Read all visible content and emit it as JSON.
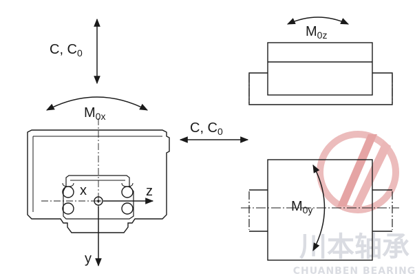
{
  "labels": {
    "load_vertical_c": "C, C",
    "load_vertical_sub": "0",
    "load_horizontal_c": "C, C",
    "load_horizontal_sub": "0",
    "moment_x_main": "M",
    "moment_x_sub": "0x",
    "moment_y_main": "M",
    "moment_y_sub": "0y",
    "moment_z_main": "M",
    "moment_z_sub": "0z",
    "axis_x": "x",
    "axis_y": "y",
    "axis_z": "z"
  },
  "watermark": {
    "brand_cn": "川本轴承",
    "brand_en": "CHUANBEN BEARING"
  },
  "colors": {
    "line": "#1a1a1a",
    "watermark_red": "#e6a3a3",
    "watermark_grey": "#d3d6dc"
  }
}
